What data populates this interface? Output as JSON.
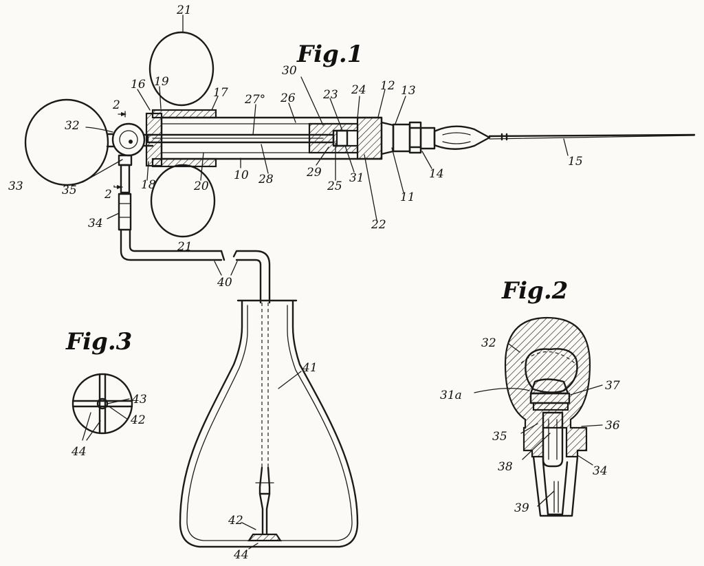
{
  "figures": {
    "fig1": "Fig.1",
    "fig2": "Fig.2",
    "fig3": "Fig.3"
  },
  "labels": {
    "fig1": [
      "21",
      "2",
      "16",
      "19",
      "17",
      "27°",
      "26",
      "30",
      "23",
      "24",
      "12",
      "13",
      "32",
      "33",
      "35",
      "2",
      "34",
      "18",
      "20",
      "10",
      "28",
      "29",
      "25",
      "31",
      "22",
      "11",
      "14",
      "15",
      "21",
      "40"
    ],
    "flask": [
      "41",
      "42",
      "44"
    ],
    "fig2": [
      "32",
      "31a",
      "37",
      "35",
      "36",
      "38",
      "34",
      "39"
    ],
    "fig3": [
      "43",
      "42",
      "44"
    ]
  }
}
